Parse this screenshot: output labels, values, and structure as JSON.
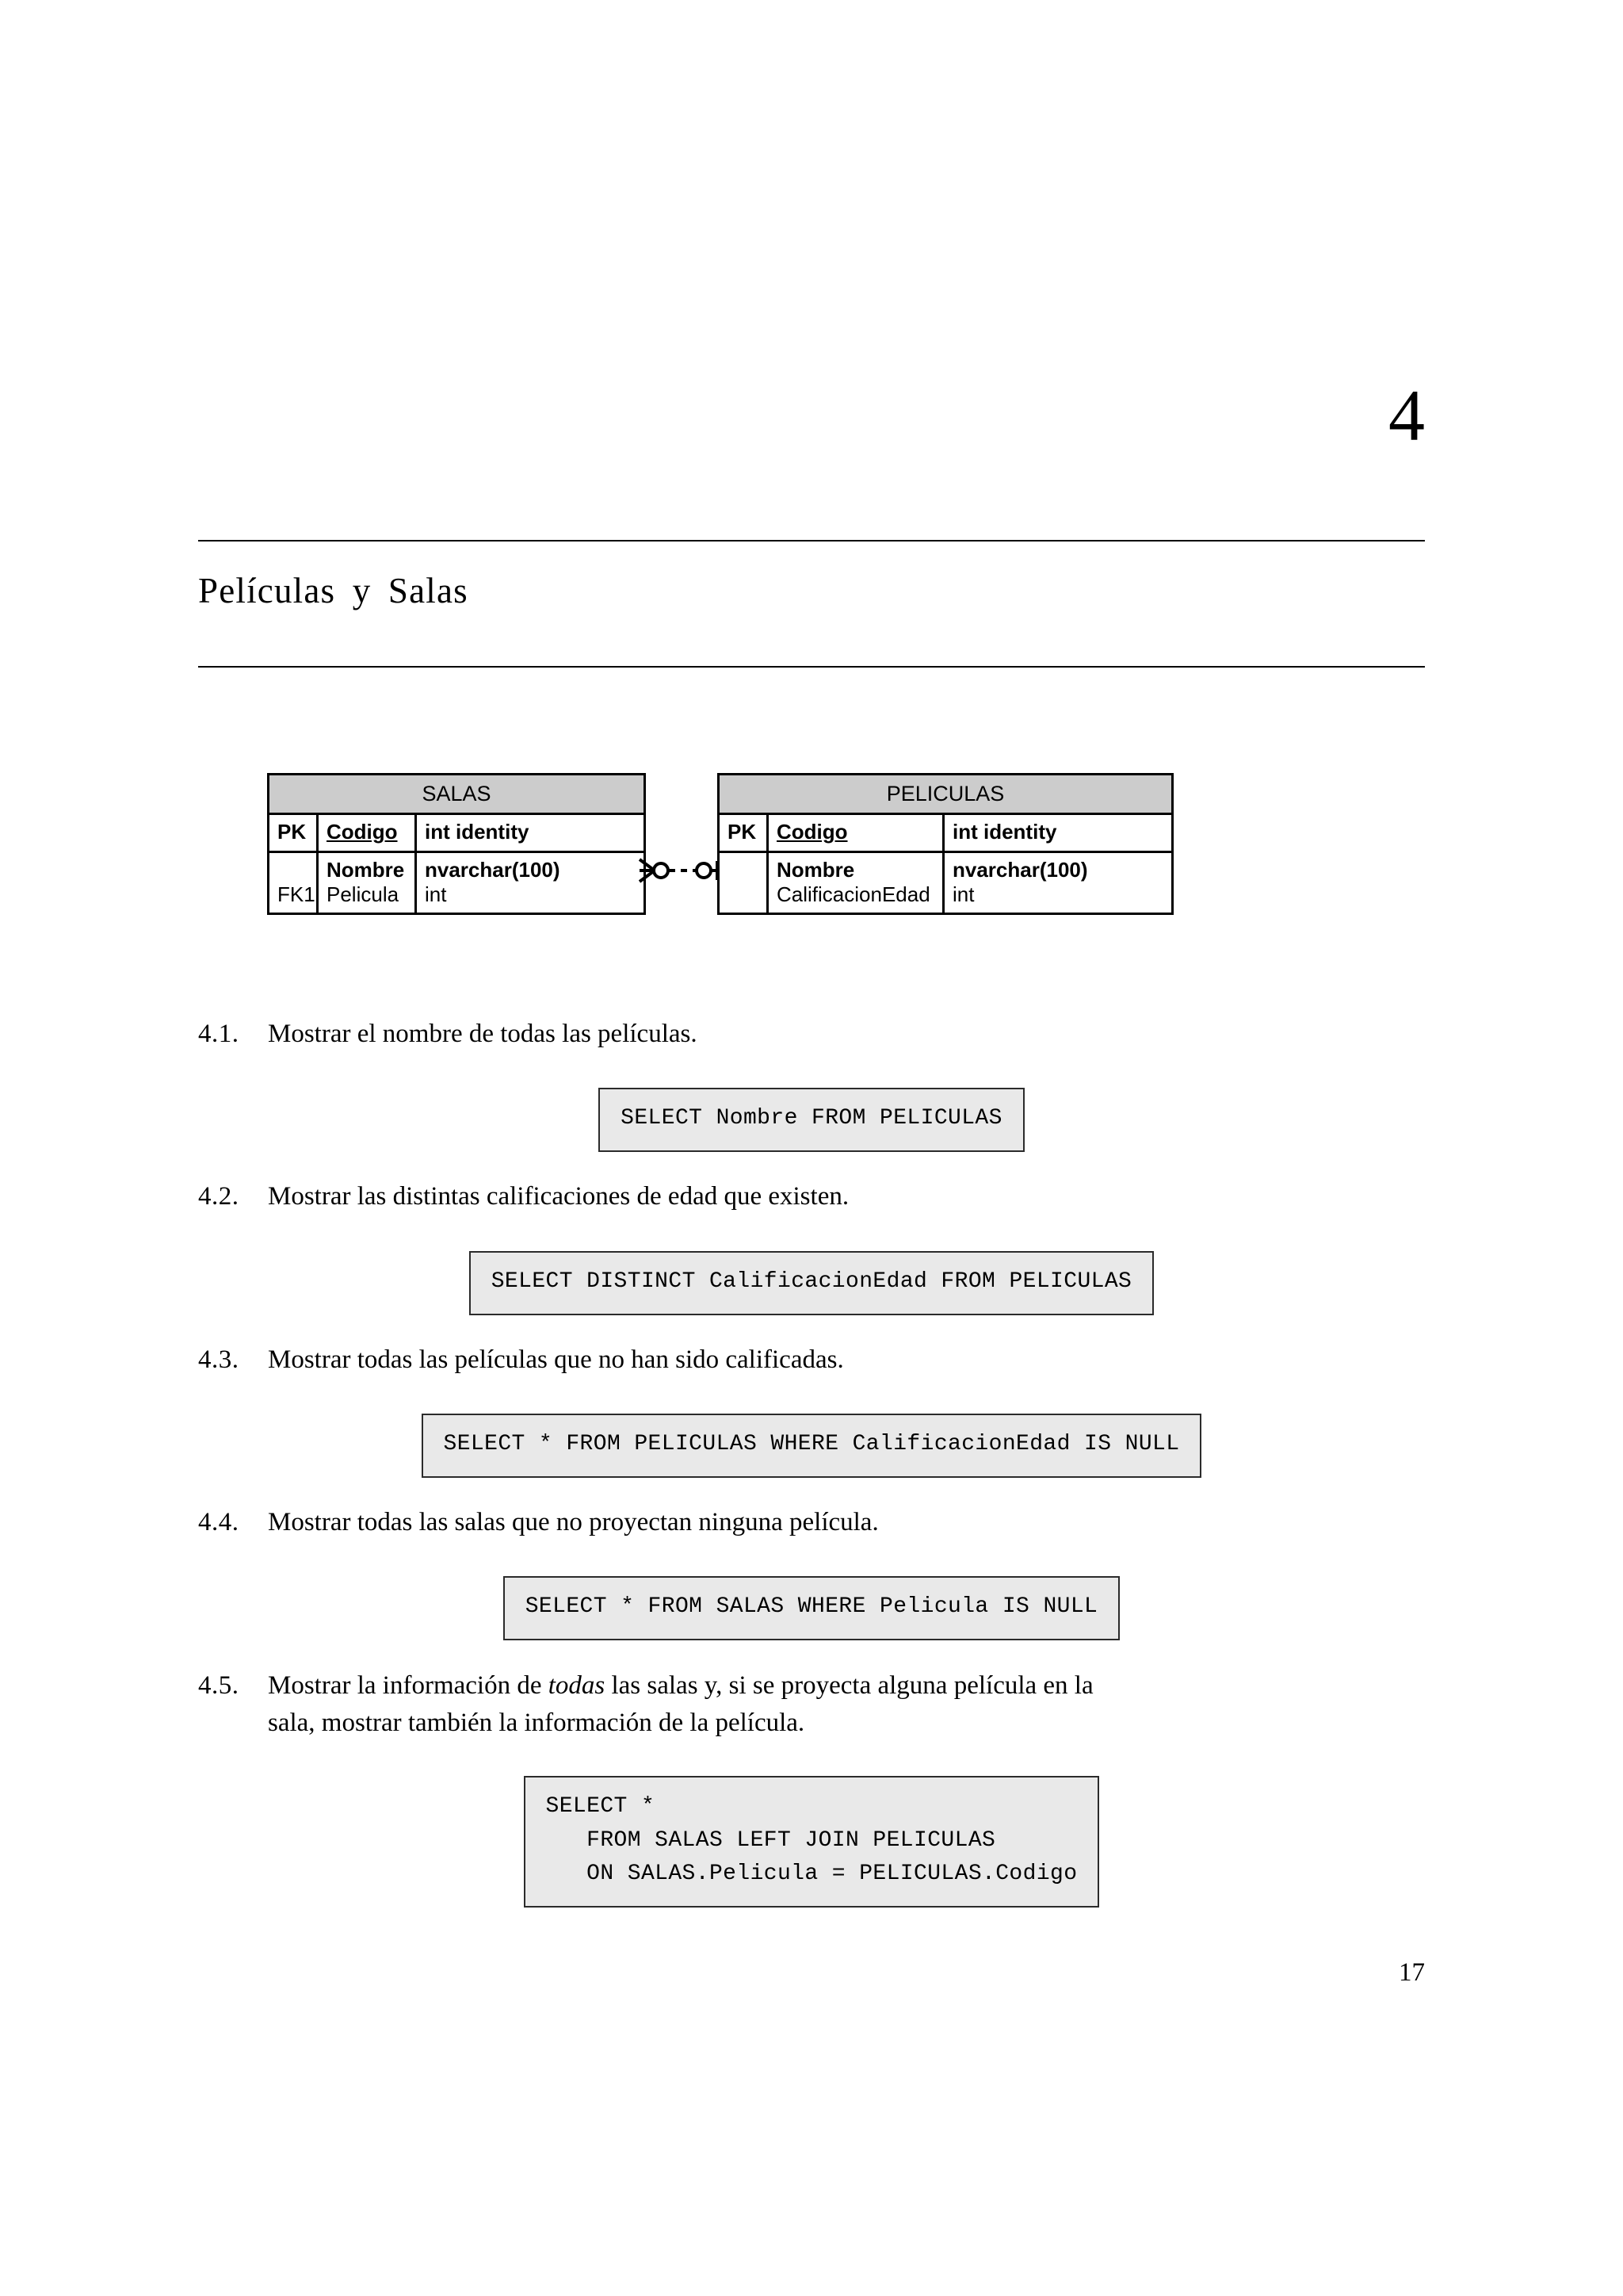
{
  "chapter": {
    "number": "4",
    "title": "Películas y Salas"
  },
  "diagram": {
    "tables": [
      {
        "name": "SALAS",
        "pk_row": {
          "key": "PK",
          "field": "Codigo",
          "type": "int identity"
        },
        "body_rows": [
          {
            "key": "",
            "field": "Nombre",
            "type": "nvarchar(100)",
            "bold": true
          },
          {
            "key": "FK1",
            "field": "Pelicula",
            "type": "int",
            "bold": false
          }
        ]
      },
      {
        "name": "PELICULAS",
        "pk_row": {
          "key": "PK",
          "field": "Codigo",
          "type": "int identity"
        },
        "body_rows": [
          {
            "key": "",
            "field": "Nombre",
            "type": "nvarchar(100)",
            "bold": true
          },
          {
            "key": "",
            "field": "CalificacionEdad",
            "type": "int",
            "bold": false
          }
        ]
      }
    ],
    "relationship": {
      "left_symbol": "crows-foot-optional",
      "right_symbol": "zero-or-one",
      "line_style": "dashed",
      "description": "SALAS many-optional to PELICULAS zero-or-one (non-identifying)"
    }
  },
  "exercises": [
    {
      "number": "4.1.",
      "text_before": "Mostrar el nombre de todas las películas.",
      "italic": "",
      "text_after": "",
      "second_line": "",
      "sql": "SELECT Nombre FROM PELICULAS"
    },
    {
      "number": "4.2.",
      "text_before": "Mostrar las distintas calificaciones de edad que existen.",
      "italic": "",
      "text_after": "",
      "second_line": "",
      "sql": "SELECT DISTINCT CalificacionEdad FROM PELICULAS"
    },
    {
      "number": "4.3.",
      "text_before": "Mostrar todas las películas que no han sido calificadas.",
      "italic": "",
      "text_after": "",
      "second_line": "",
      "sql": "SELECT * FROM PELICULAS WHERE CalificacionEdad IS NULL"
    },
    {
      "number": "4.4.",
      "text_before": "Mostrar todas las salas que no proyectan ninguna película.",
      "italic": "",
      "text_after": "",
      "second_line": "",
      "sql": "SELECT * FROM SALAS WHERE Pelicula IS NULL"
    },
    {
      "number": "4.5.",
      "text_before": "Mostrar la información de ",
      "italic": "todas",
      "text_after": " las salas y, si se proyecta alguna película en la",
      "second_line": "sala, mostrar también la información de la película.",
      "sql": "SELECT *\n   FROM SALAS LEFT JOIN PELICULAS\n   ON SALAS.Pelicula = PELICULAS.Codigo"
    }
  ],
  "footer": {
    "page_number": "17"
  },
  "colors": {
    "table_header_fill": "#cccccc",
    "code_box_fill": "#e9e9e9",
    "code_box_border": "#2b2b2b",
    "rule": "#000000"
  }
}
